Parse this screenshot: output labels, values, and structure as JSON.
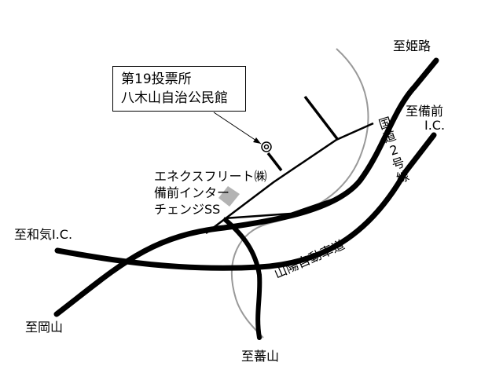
{
  "callout": {
    "line1": "第19投票所",
    "line2": "八木山自治公民館"
  },
  "labels": {
    "to_himeji": "至姫路",
    "to_bizen_ic_1": "至備前",
    "to_bizen_ic_2": "I.C.",
    "to_wake_ic": "至和気I.C.",
    "to_okayama": "至岡山",
    "to_banzan": "至蕃山",
    "gas_station_1": "エネクスフリート㈱",
    "gas_station_2": "備前インター",
    "gas_station_3": "チェンジSS",
    "route2": [
      "国",
      "道",
      "2",
      "号",
      "線"
    ],
    "expressway": "山陽自動車道"
  },
  "icons": {
    "polling_place": "double-circle-marker",
    "gas_station": "gray-diamond-marker"
  },
  "colors": {
    "road": "#000000",
    "terrain": "#999999",
    "gas_station": "#b3b3b3"
  }
}
